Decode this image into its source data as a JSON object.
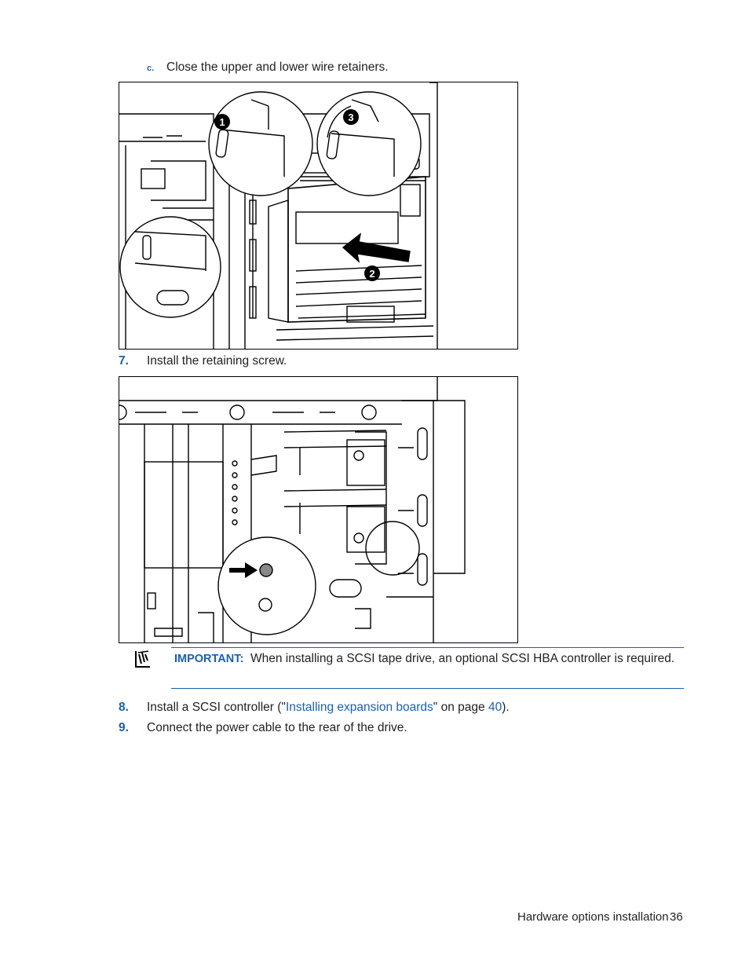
{
  "steps": {
    "c": {
      "marker": "c.",
      "text": "Close the upper and lower wire retainers."
    },
    "s7": {
      "marker": "7.",
      "text": "Install the retaining screw."
    },
    "s8": {
      "marker": "8.",
      "prefix": "Install a SCSI controller (\"",
      "link": "Installing expansion boards",
      "middle": "\" on page ",
      "page_link": "40",
      "suffix": ")."
    },
    "s9": {
      "marker": "9.",
      "text": "Connect the power cable to the rear of the drive."
    }
  },
  "figure1": {
    "callout_1": "1",
    "callout_2": "2",
    "callout_3": "3"
  },
  "notice": {
    "label": "IMPORTANT:",
    "text": "When installing a SCSI tape drive, an optional SCSI HBA controller is required."
  },
  "footer": {
    "section": "Hardware options installation",
    "page": "36"
  },
  "colors": {
    "accent": "#1a5fb4",
    "text": "#222222"
  }
}
